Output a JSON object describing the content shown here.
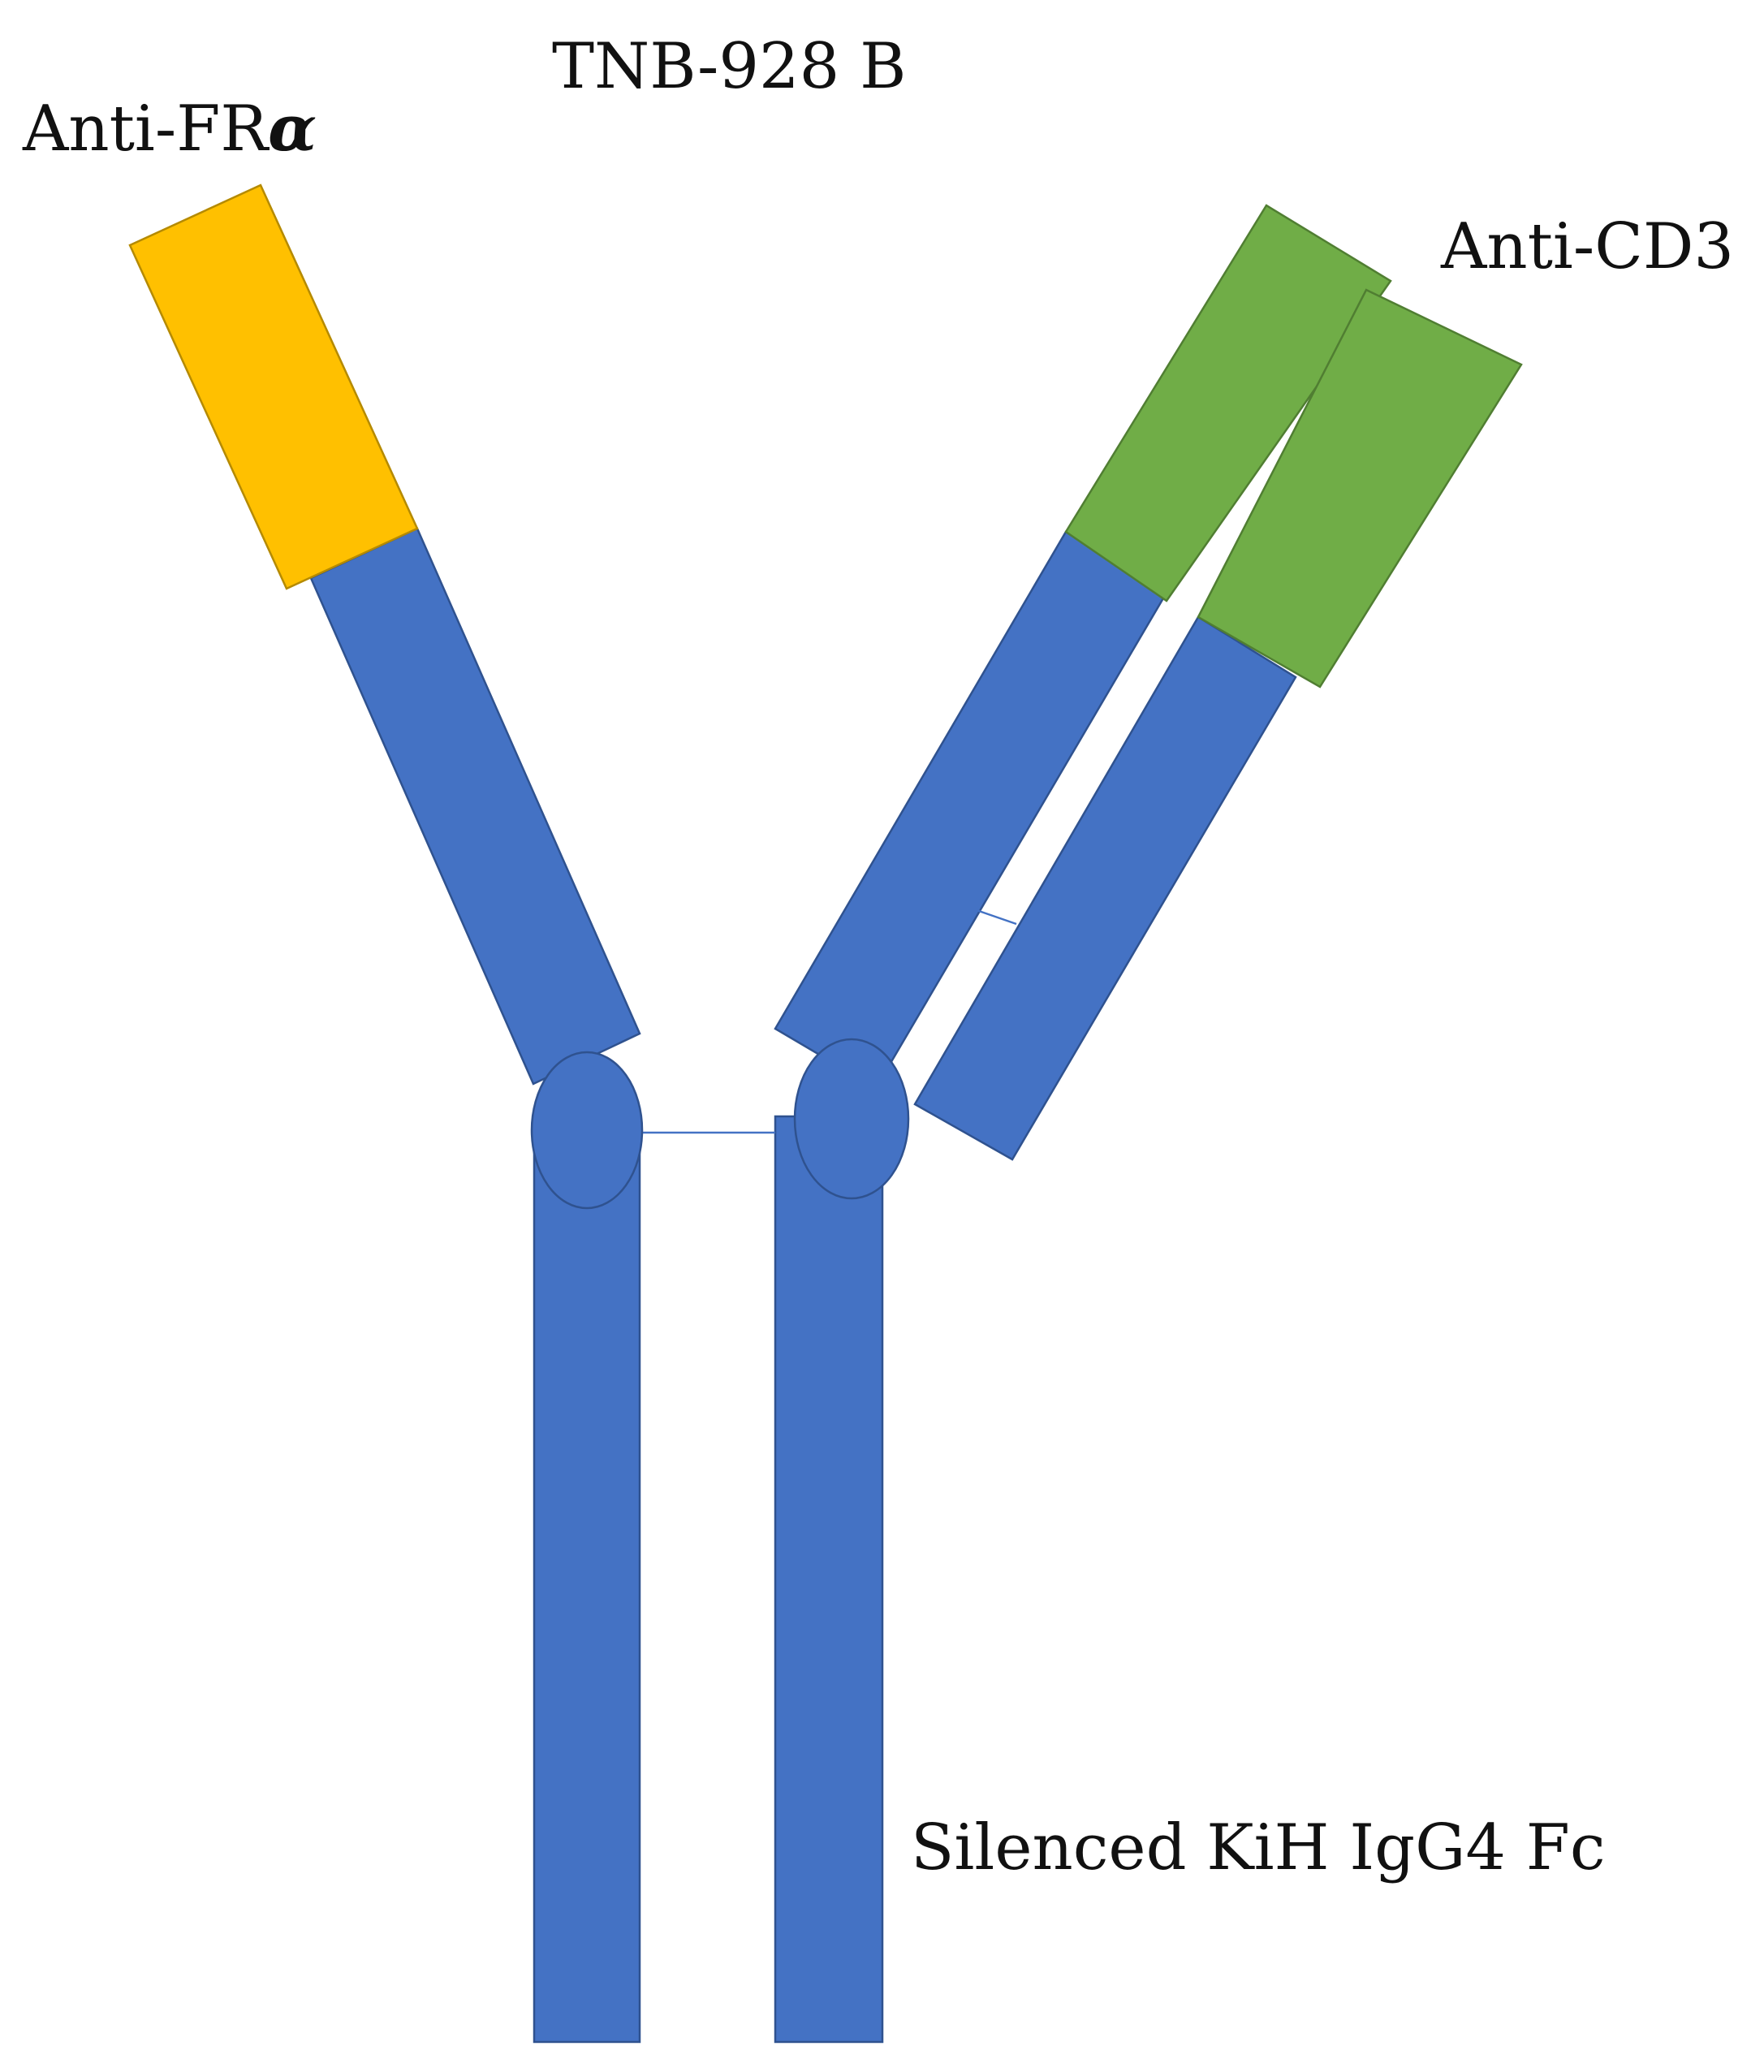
{
  "title": "TNB-928 B",
  "labels": {
    "anti_fra_prefix": "Anti-FR",
    "anti_fra_greek": "α",
    "anti_cd3": "Anti-CD3",
    "fc": "Silenced KiH IgG4 Fc"
  },
  "colors": {
    "chain": "#4472C4",
    "chain_stroke": "#2F528F",
    "anti_fra": "#FFC000",
    "anti_fra_stroke": "#B58A00",
    "anti_cd3": "#70AD47",
    "anti_cd3_stroke": "#507E32",
    "background": "#FFFFFF"
  }
}
